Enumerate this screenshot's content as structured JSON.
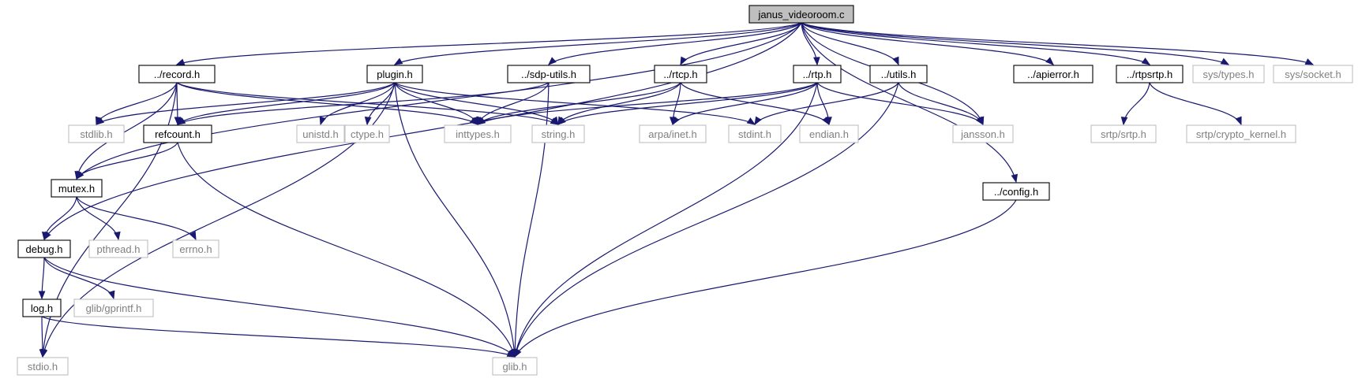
{
  "nodes": [
    {
      "id": "janus",
      "label": "janus_videoroom.c",
      "style": "root"
    },
    {
      "id": "record",
      "label": "../record.h",
      "style": "doc"
    },
    {
      "id": "plugin",
      "label": "plugin.h",
      "style": "doc"
    },
    {
      "id": "sdputils",
      "label": "../sdp-utils.h",
      "style": "doc"
    },
    {
      "id": "rtcp",
      "label": "../rtcp.h",
      "style": "doc"
    },
    {
      "id": "rtp",
      "label": "../rtp.h",
      "style": "doc"
    },
    {
      "id": "utils",
      "label": "../utils.h",
      "style": "doc"
    },
    {
      "id": "apierror",
      "label": "../apierror.h",
      "style": "doc"
    },
    {
      "id": "rtpsrtp",
      "label": "../rtpsrtp.h",
      "style": "doc"
    },
    {
      "id": "systypes",
      "label": "sys/types.h",
      "style": "ext"
    },
    {
      "id": "syssocket",
      "label": "sys/socket.h",
      "style": "ext"
    },
    {
      "id": "stdlib",
      "label": "stdlib.h",
      "style": "ext"
    },
    {
      "id": "refcount",
      "label": "refcount.h",
      "style": "doc"
    },
    {
      "id": "unistd",
      "label": "unistd.h",
      "style": "ext"
    },
    {
      "id": "ctype",
      "label": "ctype.h",
      "style": "ext"
    },
    {
      "id": "inttypes",
      "label": "inttypes.h",
      "style": "ext"
    },
    {
      "id": "string",
      "label": "string.h",
      "style": "ext"
    },
    {
      "id": "arpainet",
      "label": "arpa/inet.h",
      "style": "ext"
    },
    {
      "id": "stdint",
      "label": "stdint.h",
      "style": "ext"
    },
    {
      "id": "endian",
      "label": "endian.h",
      "style": "ext"
    },
    {
      "id": "jansson",
      "label": "jansson.h",
      "style": "ext"
    },
    {
      "id": "srtp",
      "label": "srtp/srtp.h",
      "style": "ext"
    },
    {
      "id": "crypto",
      "label": "srtp/crypto_kernel.h",
      "style": "ext"
    },
    {
      "id": "mutex",
      "label": "mutex.h",
      "style": "doc"
    },
    {
      "id": "config",
      "label": "../config.h",
      "style": "doc"
    },
    {
      "id": "debug",
      "label": "debug.h",
      "style": "doc"
    },
    {
      "id": "pthread",
      "label": "pthread.h",
      "style": "ext"
    },
    {
      "id": "errno",
      "label": "errno.h",
      "style": "ext"
    },
    {
      "id": "log",
      "label": "log.h",
      "style": "doc"
    },
    {
      "id": "gprintf",
      "label": "glib/gprintf.h",
      "style": "ext"
    },
    {
      "id": "stdio",
      "label": "stdio.h",
      "style": "ext"
    },
    {
      "id": "glib",
      "label": "glib.h",
      "style": "ext"
    }
  ],
  "edges": [
    [
      "janus",
      "record"
    ],
    [
      "janus",
      "plugin"
    ],
    [
      "janus",
      "sdputils"
    ],
    [
      "janus",
      "rtcp"
    ],
    [
      "janus",
      "rtp"
    ],
    [
      "janus",
      "utils"
    ],
    [
      "janus",
      "apierror"
    ],
    [
      "janus",
      "rtpsrtp"
    ],
    [
      "janus",
      "systypes"
    ],
    [
      "janus",
      "syssocket"
    ],
    [
      "janus",
      "jansson"
    ],
    [
      "janus",
      "mutex"
    ],
    [
      "janus",
      "debug"
    ],
    [
      "janus",
      "config"
    ],
    [
      "record",
      "stdlib"
    ],
    [
      "record",
      "refcount"
    ],
    [
      "record",
      "inttypes"
    ],
    [
      "record",
      "string"
    ],
    [
      "record",
      "mutex"
    ],
    [
      "record",
      "stdio"
    ],
    [
      "plugin",
      "stdlib"
    ],
    [
      "plugin",
      "refcount"
    ],
    [
      "plugin",
      "unistd"
    ],
    [
      "plugin",
      "ctype"
    ],
    [
      "plugin",
      "inttypes"
    ],
    [
      "plugin",
      "string"
    ],
    [
      "plugin",
      "stdint"
    ],
    [
      "plugin",
      "stdio"
    ],
    [
      "plugin",
      "glib"
    ],
    [
      "sdputils",
      "refcount"
    ],
    [
      "sdputils",
      "inttypes"
    ],
    [
      "sdputils",
      "glib"
    ],
    [
      "rtcp",
      "inttypes"
    ],
    [
      "rtcp",
      "string"
    ],
    [
      "rtcp",
      "arpainet"
    ],
    [
      "rtcp",
      "endian"
    ],
    [
      "rtp",
      "inttypes"
    ],
    [
      "rtp",
      "string"
    ],
    [
      "rtp",
      "arpainet"
    ],
    [
      "rtp",
      "endian"
    ],
    [
      "rtp",
      "jansson"
    ],
    [
      "rtp",
      "glib"
    ],
    [
      "utils",
      "stdint"
    ],
    [
      "utils",
      "jansson"
    ],
    [
      "utils",
      "glib"
    ],
    [
      "rtpsrtp",
      "srtp"
    ],
    [
      "rtpsrtp",
      "crypto"
    ],
    [
      "refcount",
      "mutex"
    ],
    [
      "refcount",
      "glib"
    ],
    [
      "mutex",
      "debug"
    ],
    [
      "mutex",
      "pthread"
    ],
    [
      "mutex",
      "errno"
    ],
    [
      "debug",
      "log"
    ],
    [
      "debug",
      "gprintf"
    ],
    [
      "debug",
      "glib"
    ],
    [
      "log",
      "stdio"
    ],
    [
      "log",
      "glib"
    ],
    [
      "config",
      "glib"
    ]
  ],
  "colors": {
    "edge": "#191970",
    "root_fill": "#bfbfbf",
    "root_border": "#000000",
    "doc_fill": "#ffffff",
    "doc_border": "#000000",
    "ext_fill": "#ffffff",
    "ext_border": "#bfbfbf",
    "ext_text": "#808080",
    "text": "#000000"
  }
}
